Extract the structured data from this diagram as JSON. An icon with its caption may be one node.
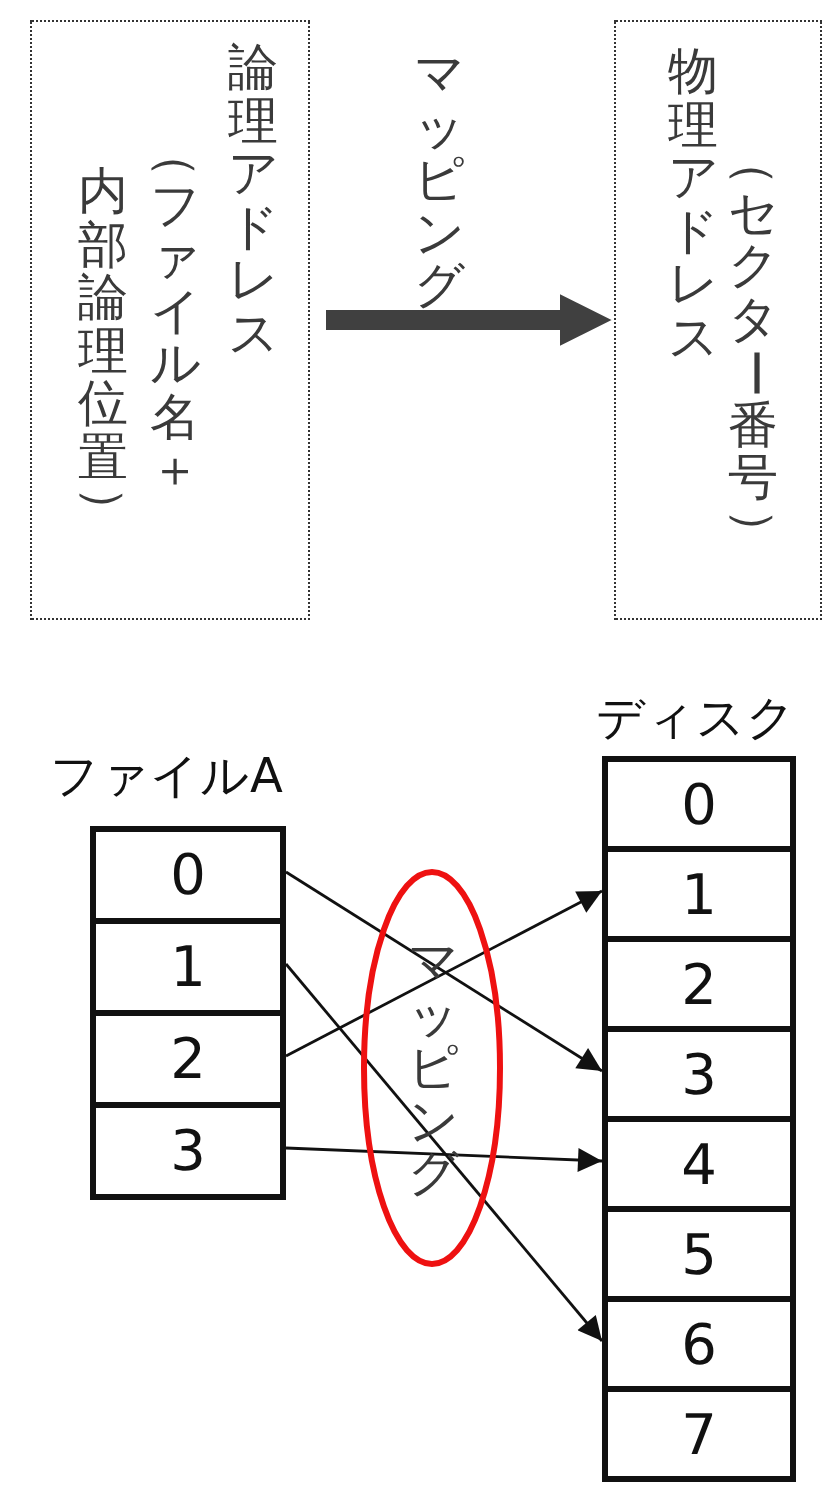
{
  "diagram": {
    "nodes": [
      {
        "text": [
          "論理アドレス",
          "（ファイル名＋",
          "内部論理位置）"
        ]
      },
      {
        "text": [
          "物理アドレス",
          "（セクター番号）"
        ]
      },
      {
        "text": [
          "ファイルA"
        ]
      },
      {
        "text": [
          "0"
        ],
        "in": 2
      },
      {
        "text": [
          "1"
        ],
        "in": 2
      },
      {
        "text": [
          "2"
        ],
        "in": 2
      },
      {
        "text": [
          "3"
        ],
        "in": 2
      },
      {
        "text": [
          "ディスク"
        ]
      },
      {
        "text": [
          "0"
        ],
        "in": 7
      },
      {
        "text": [
          "1"
        ],
        "in": 7
      },
      {
        "text": [
          "2"
        ],
        "in": 7
      },
      {
        "text": [
          "3"
        ],
        "in": 7
      },
      {
        "text": [
          "4"
        ],
        "in": 7
      },
      {
        "text": [
          "5"
        ],
        "in": 7
      },
      {
        "text": [
          "6"
        ],
        "in": 7
      },
      {
        "text": [
          "7"
        ],
        "in": 7
      }
    ],
    "labels": [
      "マッピング"
    ],
    "edges": [
      {
        "from": 0,
        "to": 1,
        "arrow": "to",
        "label": "マッピング",
        "style": "thick",
        "color": "#404040"
      },
      {
        "from": 3,
        "to": 11,
        "arrow": "to"
      },
      {
        "from": 4,
        "to": 14,
        "arrow": "to"
      },
      {
        "from": 5,
        "to": 9,
        "arrow": "to"
      },
      {
        "from": 6,
        "to": 12,
        "arrow": "to"
      }
    ]
  }
}
